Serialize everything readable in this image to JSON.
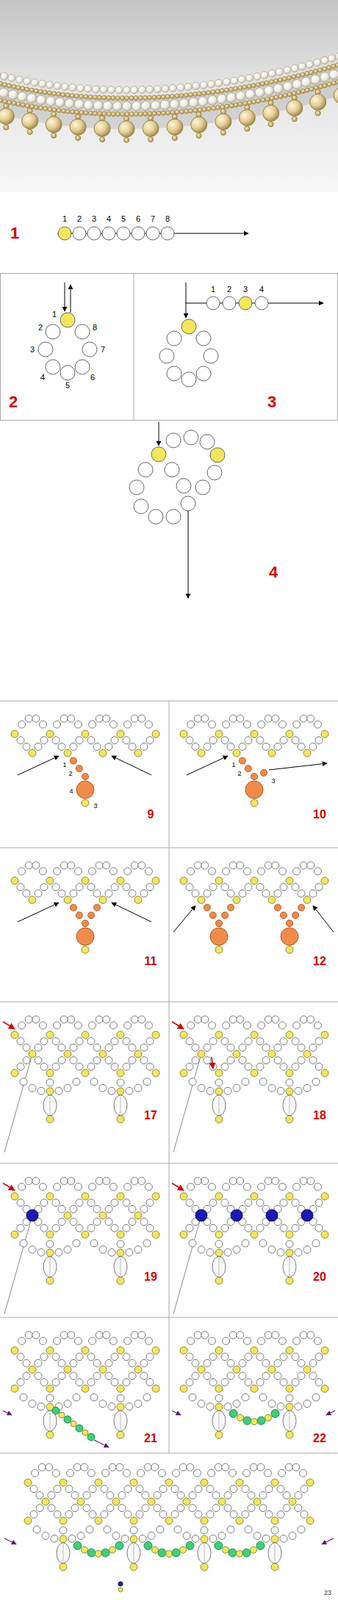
{
  "diagram": {
    "labels": [
      "1",
      "2",
      "3",
      "4",
      "5",
      "6",
      "7",
      "8",
      "1",
      "1",
      "2",
      "3",
      "4",
      "5",
      "6",
      "7",
      "8",
      "2",
      "1",
      "2",
      "3",
      "4",
      "3",
      "4",
      "1",
      "2",
      "4",
      "3",
      "9",
      "1",
      "2",
      "3",
      "10",
      "11",
      "12",
      "17",
      "18",
      "19",
      "20",
      "21",
      "22",
      "23"
    ]
  }
}
